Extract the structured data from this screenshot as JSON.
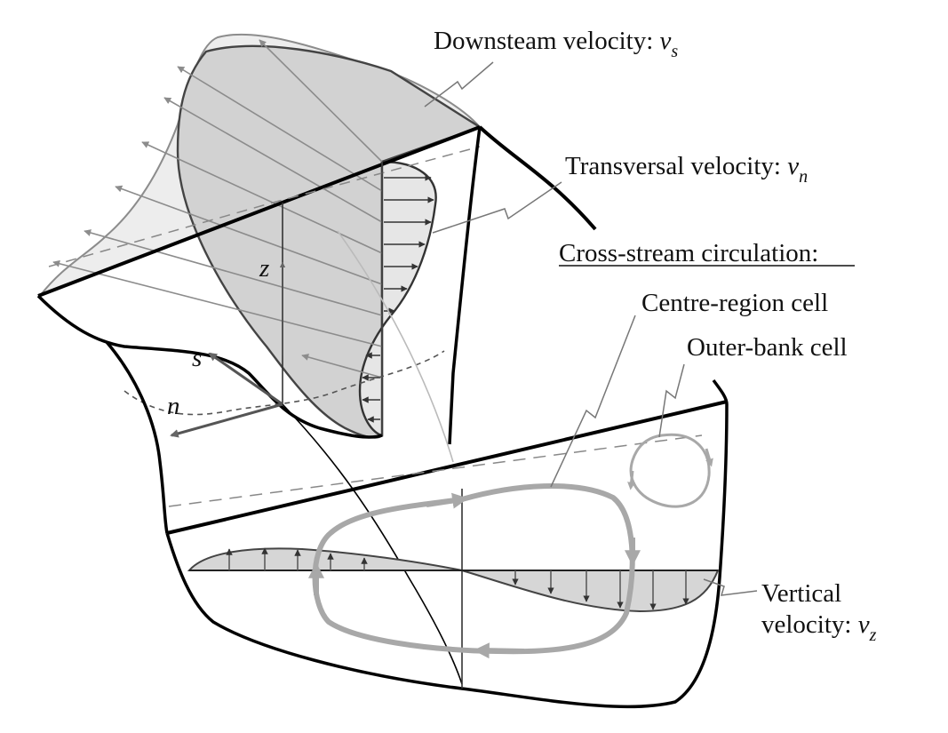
{
  "labels": {
    "downstream": {
      "text": "Downsteam velocity: ",
      "var": "v",
      "sub": "s"
    },
    "transversal": {
      "text": "Transversal velocity: ",
      "var": "v",
      "sub": "n"
    },
    "circulation": {
      "text": "Cross-stream circulation:"
    },
    "centre_cell": {
      "text": "Centre-region cell"
    },
    "outer_cell": {
      "text": "Outer-bank cell"
    },
    "vertical_line1": {
      "text": "Vertical"
    },
    "vertical_line2": {
      "text": "velocity: ",
      "var": "v",
      "sub": "z"
    },
    "axis_z": "z",
    "axis_s": "s",
    "axis_n": "n"
  },
  "colors": {
    "outline": "#000000",
    "grey_fill": "#d4d4d4",
    "light_fill": "#ececec",
    "arrow_grey": "#8c8c8c",
    "circulation_grey": "#a8a8a8",
    "axis_arrow": "#555555"
  }
}
